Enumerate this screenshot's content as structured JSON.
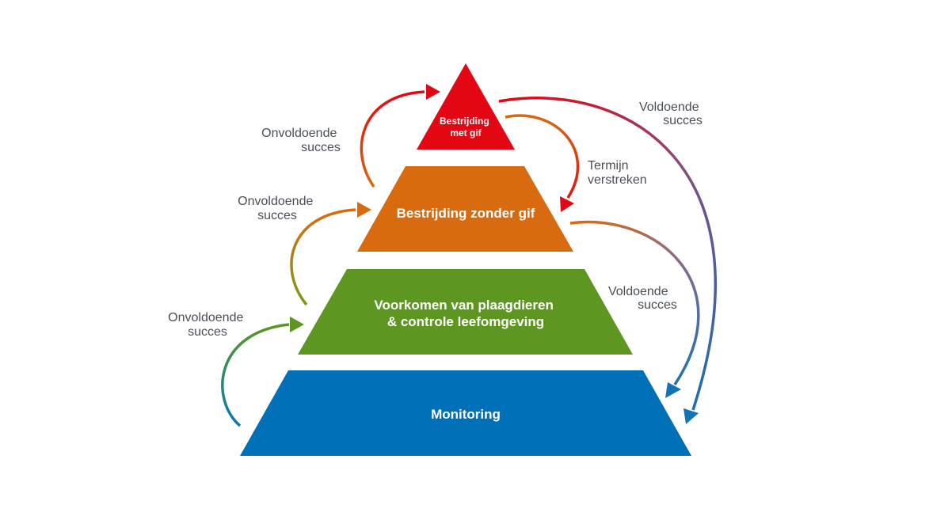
{
  "colors": {
    "red": "#e30613",
    "orange": "#d86a10",
    "green": "#5e9622",
    "blue": "#0070b8",
    "text": "#4a4f57"
  },
  "tiers": {
    "top": {
      "line1": "Bestrijding",
      "line2": "met gif"
    },
    "second": {
      "label": "Bestrijding zonder gif"
    },
    "third": {
      "line1": "Voorkomen van plaagdieren",
      "line2": "& controle leefomgeving"
    },
    "bottom": {
      "label": "Monitoring"
    }
  },
  "labels": {
    "insufficient_top": {
      "line1": "Onvoldoende",
      "line2": "succes"
    },
    "insufficient_mid": {
      "line1": "Onvoldoende",
      "line2": "succes"
    },
    "insufficient_low": {
      "line1": "Onvoldoende",
      "line2": "succes"
    },
    "sufficient_top": {
      "line1": "Voldoende",
      "line2": "succes"
    },
    "sufficient_mid": {
      "line1": "Voldoende",
      "line2": "succes"
    },
    "term_expired": {
      "line1": "Termijn",
      "line2": "verstreken"
    }
  }
}
